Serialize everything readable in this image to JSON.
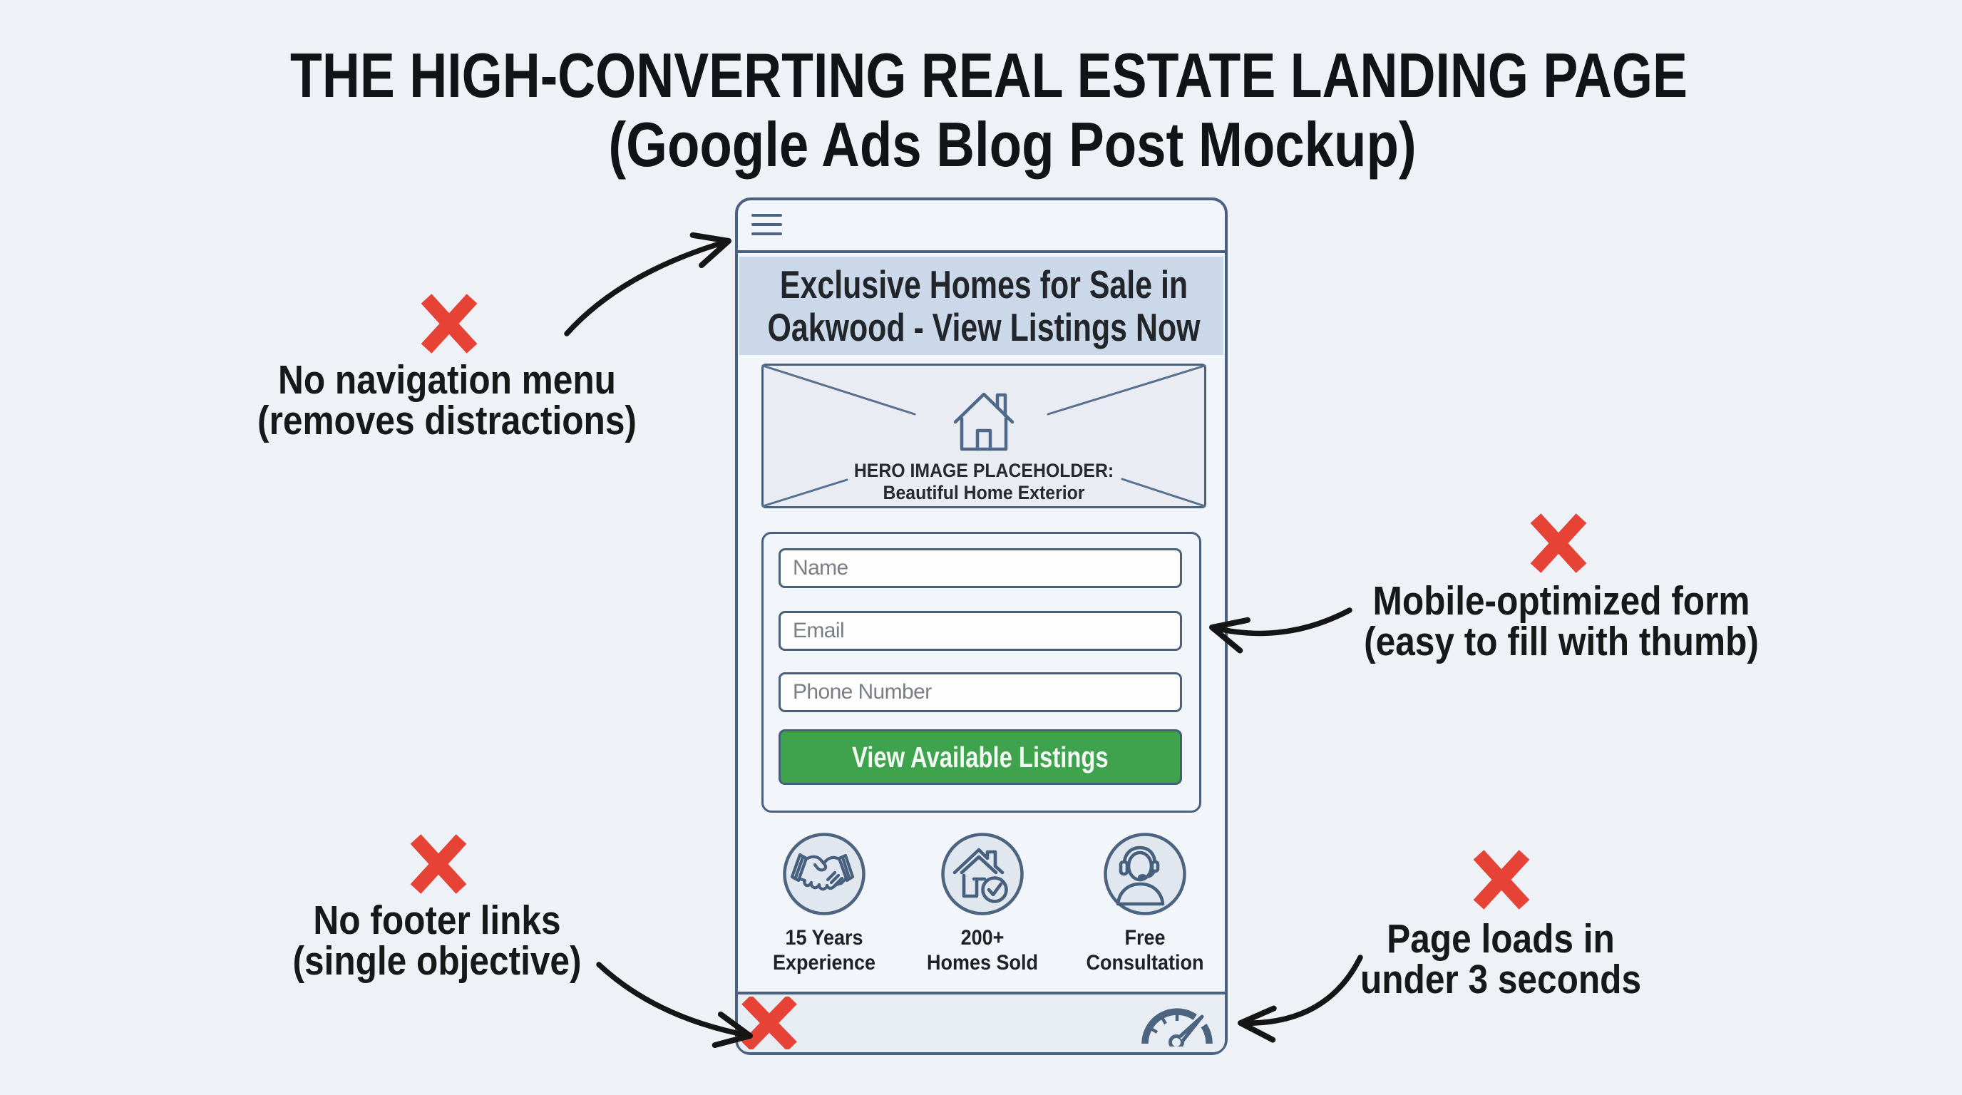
{
  "title": {
    "line1": "THE HIGH-CONVERTING REAL ESTATE LANDING PAGE",
    "line2": "(Google Ads Blog Post Mockup)"
  },
  "annotations": {
    "no_nav": {
      "line1": "No navigation menu",
      "line2": "(removes distractions)"
    },
    "mobile_form": {
      "line1": "Mobile-optimized form",
      "line2": "(easy to fill with thumb)"
    },
    "no_footer": {
      "line1": "No footer links",
      "line2": "(single objective)"
    },
    "page_speed": {
      "line1": "Page loads in",
      "line2": "under 3 seconds"
    }
  },
  "phone": {
    "headline": {
      "line1": "Exclusive Homes for Sale in",
      "line2": "Oakwood - View Listings Now"
    },
    "hero": {
      "line1": "HERO IMAGE PLACEHOLDER:",
      "line2": "Beautiful Home Exterior"
    },
    "form": {
      "name_placeholder": "Name",
      "email_placeholder": "Email",
      "phone_placeholder": "Phone Number",
      "button_label": "View Available Listings"
    },
    "trust_badges": [
      {
        "icon": "handshake-icon",
        "line1": "15 Years",
        "line2": "Experience"
      },
      {
        "icon": "house-check-icon",
        "line1": "200+",
        "line2": "Homes Sold"
      },
      {
        "icon": "headset-icon",
        "line1": "Free",
        "line2": "Consultation"
      }
    ]
  },
  "colors": {
    "background": "#eef1f6",
    "outline_slate": "#47617f",
    "band_blue": "#cbd8e9",
    "button_green": "#3fa24c",
    "x_red": "#e53730",
    "arrow_black": "#151515",
    "ink": "#17181a"
  }
}
